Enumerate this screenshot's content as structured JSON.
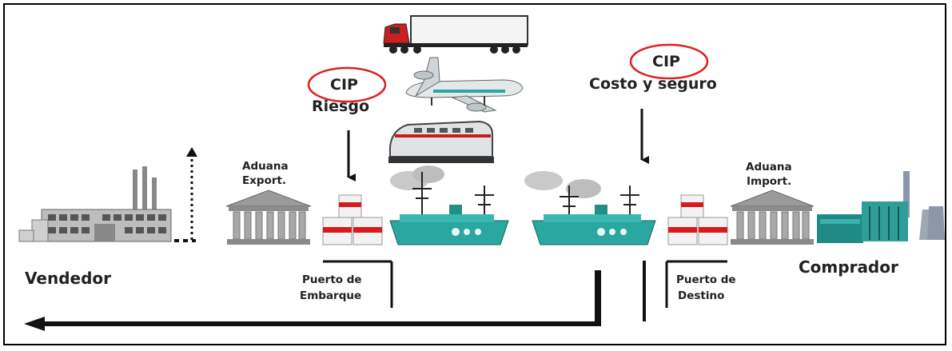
{
  "labels": {
    "cip_left": "CIP",
    "riesgo": "Riesgo",
    "cip_right": "CIP",
    "costo_seguro": "Costo y seguro",
    "aduana_export_1": "Aduana",
    "aduana_export_2": "Export.",
    "aduana_import_1": "Aduana",
    "aduana_import_2": "Import.",
    "vendedor": "Vendedor",
    "comprador": "Comprador",
    "puerto_embarque_1": "Puerto de",
    "puerto_embarque_2": "Embarque",
    "puerto_destino_1": "Puerto de",
    "puerto_destino_2": "Destino"
  },
  "colors": {
    "highlight_circle": "#e02020",
    "ship_hull": "#2aa7a0",
    "cargo_red": "#d81b1b",
    "building": "#999999",
    "truck_cab": "#cc2020"
  },
  "icons": [
    "factory-icon",
    "customs-building-icon",
    "cargo-boxes-icon",
    "ship-icon",
    "truck-icon",
    "airplane-icon",
    "train-icon",
    "power-plant-icon"
  ]
}
